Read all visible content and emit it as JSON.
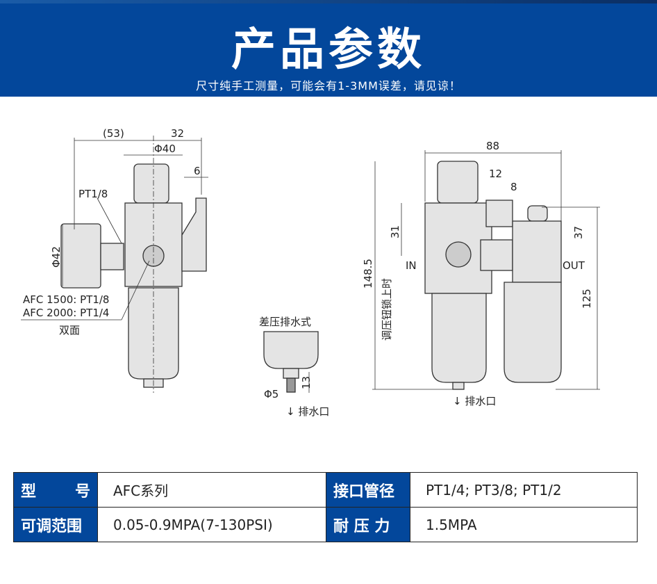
{
  "header": {
    "title": "产品参数",
    "subtitle": "尺寸纯手工测量，可能会有1-3MM误差，请见谅！"
  },
  "drawing_left": {
    "dim_53": "(53)",
    "dim_32": "32",
    "dim_phi40": "Φ40",
    "dim_6": "6",
    "port_pt18": "PT1/8",
    "dim_phi42": "Φ42",
    "port_afc1500": "AFC 1500: PT1/8",
    "port_afc2000": "AFC 2000: PT1/4",
    "both_sides": "双面"
  },
  "drawing_drain": {
    "title": "差压排水式",
    "dim_13": "13",
    "dim_phi5": "Φ5",
    "drain_label": "↓ 排水口"
  },
  "drawing_right": {
    "dim_88": "88",
    "dim_12": "12",
    "dim_8": "8",
    "dim_31": "31",
    "dim_148_5": "148.5",
    "knob_locked": "调压钮锁上时",
    "in_label": "IN",
    "out_label": "OUT",
    "dim_37": "37",
    "dim_125": "125",
    "drain_label": "↓ 排水口"
  },
  "specs": {
    "rows": [
      {
        "label1": "型号",
        "value1": "AFC系列",
        "label2": "接口管径",
        "value2": "PT1/4; PT3/8; PT1/2"
      },
      {
        "label1": "可调范围",
        "value1": "0.05-0.9MPA(7-130PSI)",
        "label2": "耐 压 力",
        "value2": "1.5MPA"
      }
    ],
    "model_chars": [
      "型",
      "号"
    ]
  },
  "colors": {
    "brand_blue": "#03479b"
  }
}
